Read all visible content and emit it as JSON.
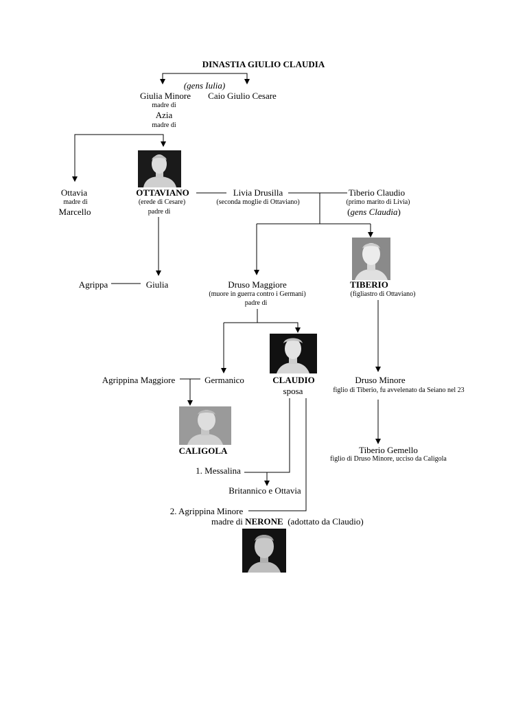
{
  "title": "DINASTIA GIULIO CLAUDIA",
  "gens_iulia": "(gens Iulia)",
  "giulia_minore": {
    "name": "Giulia Minore",
    "rel": "madre di"
  },
  "caio_giulio_cesare": {
    "name": "Caio Giulio Cesare"
  },
  "azia": {
    "name": "Azia",
    "rel": "madre di"
  },
  "ottavia": {
    "name": "Ottavia",
    "rel": "madre di",
    "child": "Marcello"
  },
  "ottaviano": {
    "name": "OTTAVIANO",
    "note": "(erede di Cesare)",
    "rel": "padre di"
  },
  "livia": {
    "name": "Livia Drusilla",
    "note": "(seconda moglie di Ottaviano)"
  },
  "tiberio_claudio": {
    "name": "Tiberio Claudio",
    "note": "(primo marito di Livia)",
    "gens_open": "(",
    "gens": "gens Claudia",
    "gens_close": ")"
  },
  "agrippa": {
    "name": "Agrippa"
  },
  "giulia": {
    "name": "Giulia"
  },
  "druso_maggiore": {
    "name": "Druso Maggiore",
    "note": "(muore in guerra contro i Germani)",
    "rel": "padre di"
  },
  "tiberio": {
    "name": "TIBERIO",
    "note": "(figliastro di Ottaviano)"
  },
  "agrippina_maggiore": {
    "name": "Agrippina Maggiore"
  },
  "germanico": {
    "name": "Germanico"
  },
  "claudio": {
    "name": "CLAUDIO",
    "rel": "sposa"
  },
  "druso_minore": {
    "name": "Druso Minore",
    "note": "figlio di Tiberio, fu avvelenato da Seiano nel 23"
  },
  "caligola": {
    "name": "CALIGOLA"
  },
  "tiberio_gemello": {
    "name": "Tiberio Gemello",
    "note": "figlio di Druso Minore, ucciso da Caligola"
  },
  "messalina": {
    "name": "1. Messalina"
  },
  "britannico": {
    "name": "Britannico e Ottavia"
  },
  "agrippina_minore": {
    "name": "2. Agrippina Minore"
  },
  "nerone_line": {
    "prefix": "madre di",
    "name": "NERONE",
    "suffix": "(adottato da Claudio)"
  },
  "colors": {
    "line": "#000000",
    "portrait_bg": "#1a1a1a",
    "marble": "#d8d8d8"
  }
}
